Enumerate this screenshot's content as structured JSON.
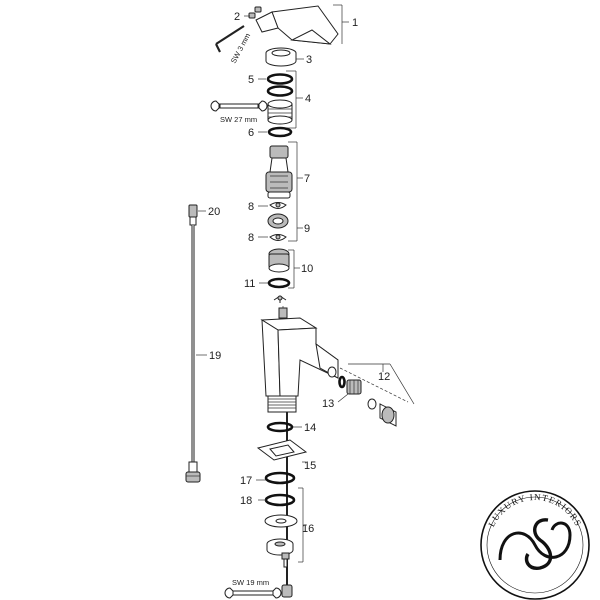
{
  "callouts": {
    "n1": "1",
    "n2": "2",
    "n3": "3",
    "n4": "4",
    "n5": "5",
    "n6": "6",
    "n7": "7",
    "n8a": "8",
    "n8b": "8",
    "n9": "9",
    "n10": "10",
    "n11": "11",
    "n12": "12",
    "n13": "13",
    "n14": "14",
    "n15": "15",
    "n16": "16",
    "n17": "17",
    "n18": "18",
    "n19": "19",
    "n20": "20"
  },
  "tool_labels": {
    "hex_key": "SW 3 mm",
    "wrench_top": "SW 27 mm",
    "wrench_bottom": "SW 19 mm"
  },
  "logo": {
    "text": "LUXURY INTERIORS"
  }
}
